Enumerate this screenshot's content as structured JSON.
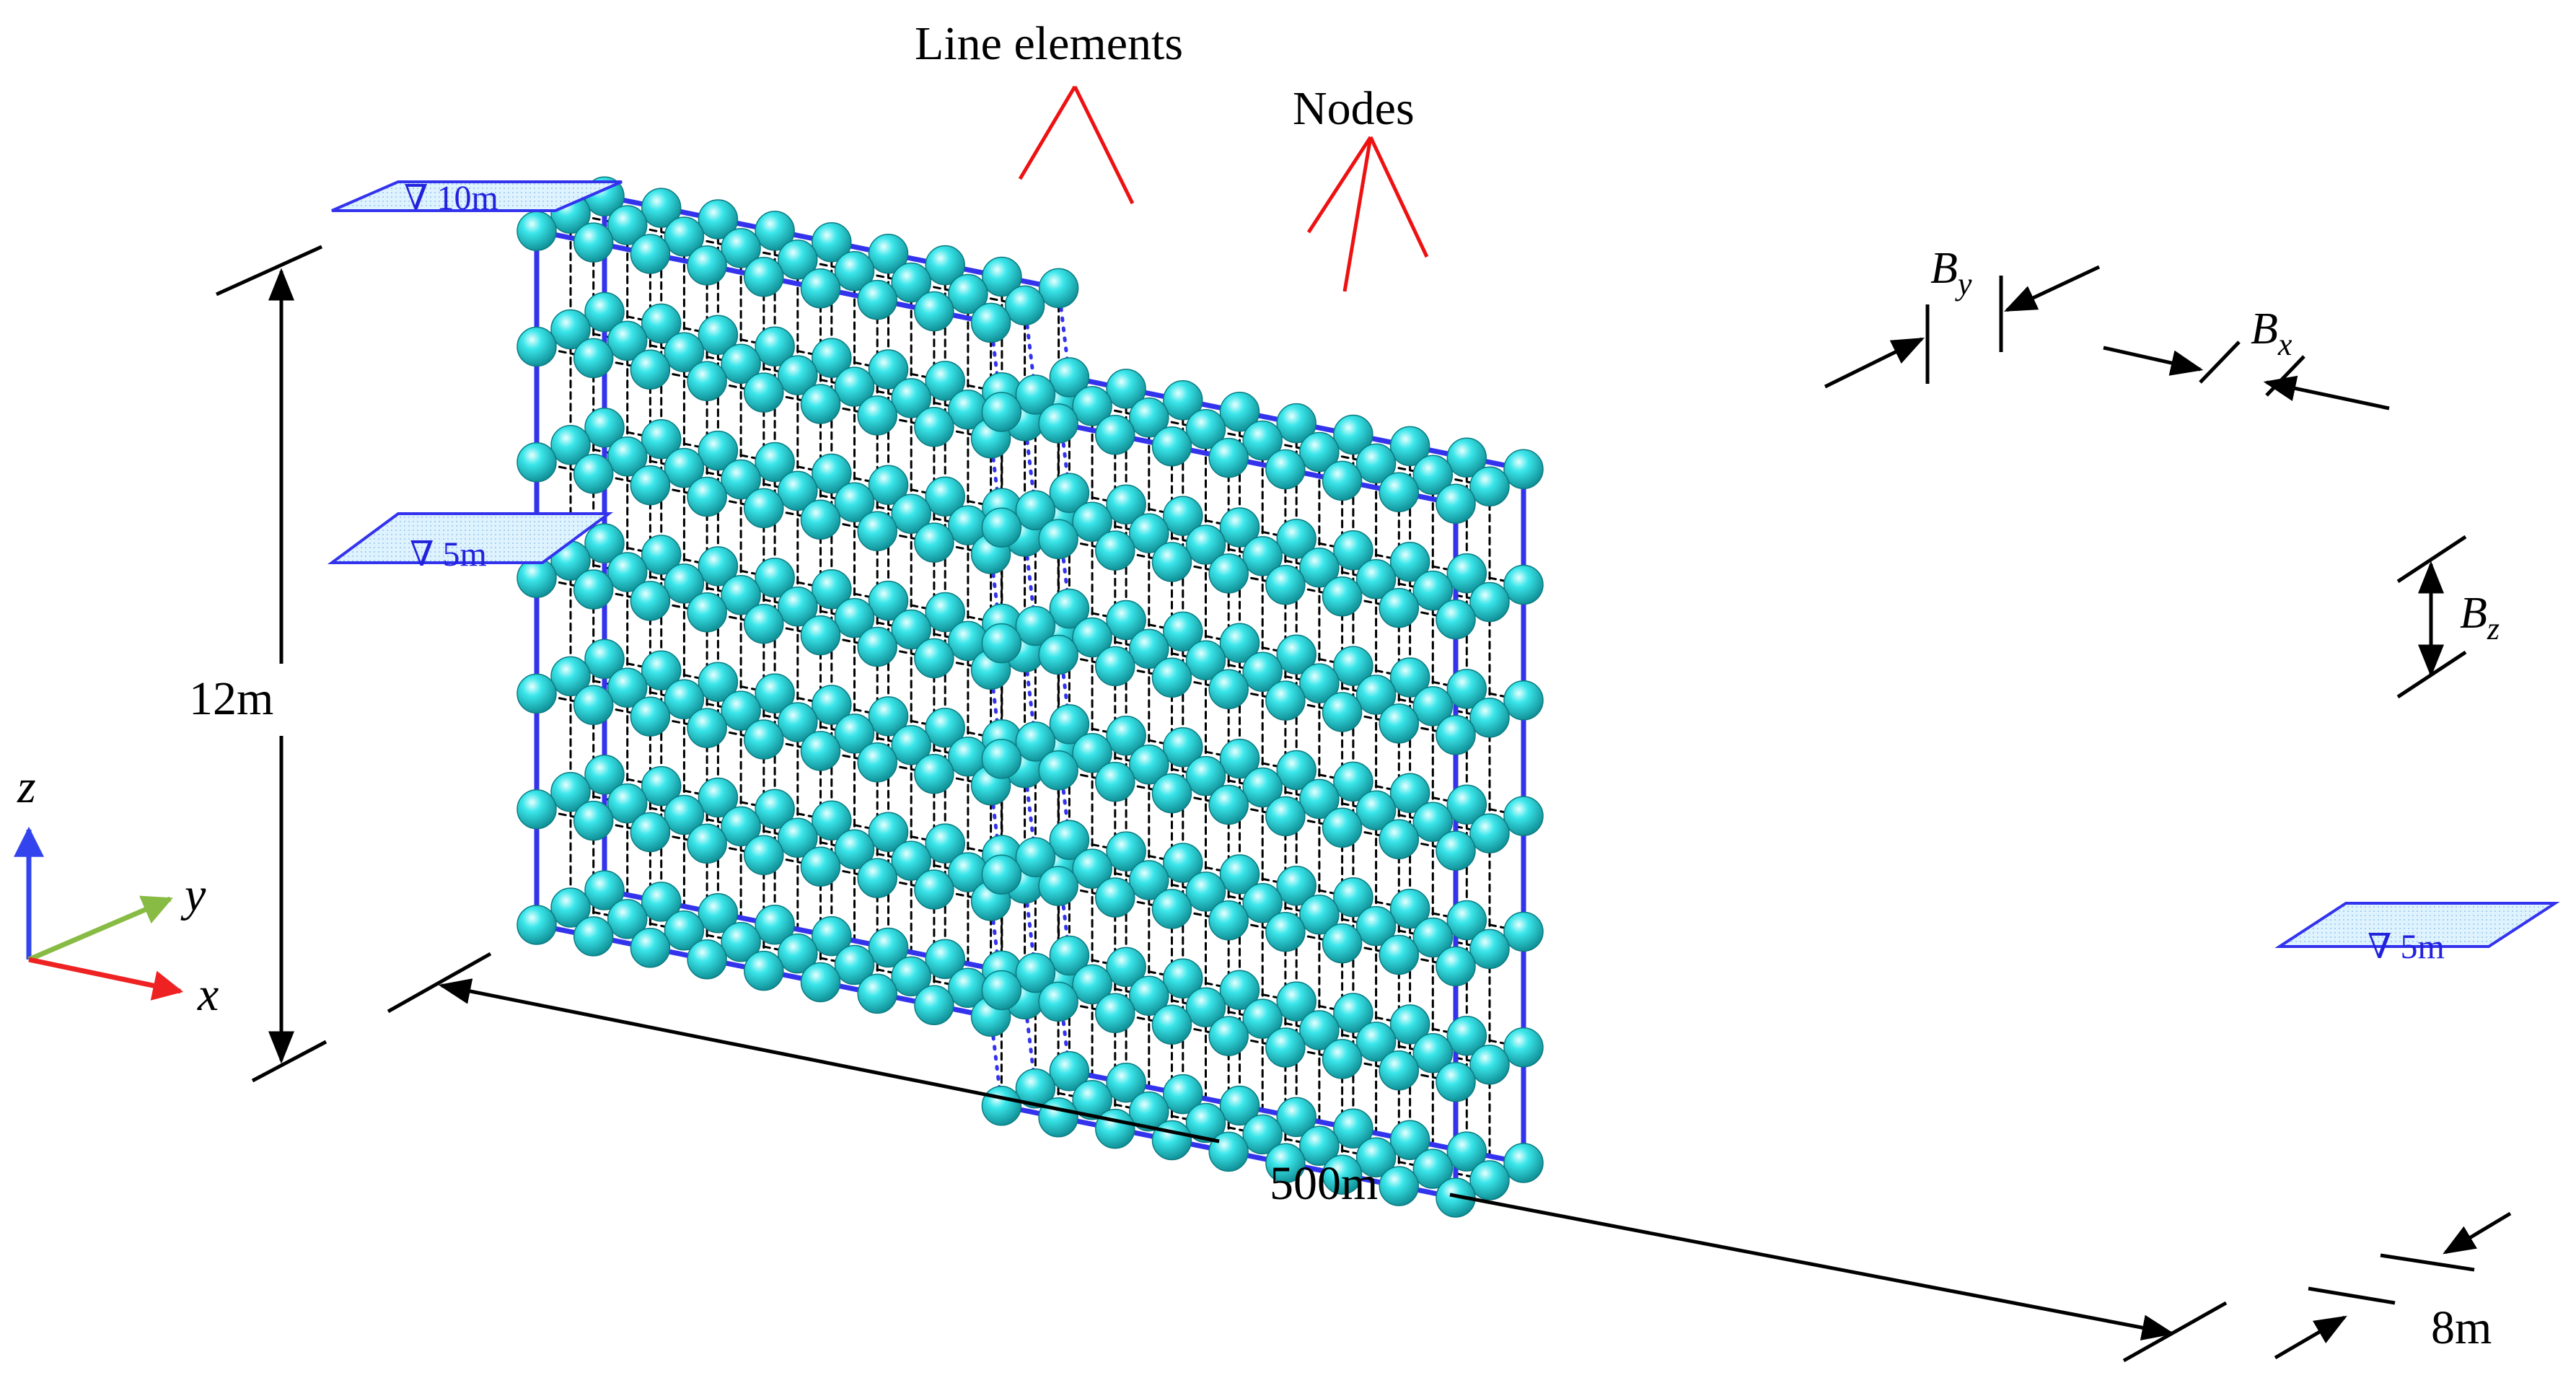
{
  "annotations": {
    "line_elements": "Line elements",
    "nodes": "Nodes"
  },
  "dimensions": {
    "height": "12m",
    "length": "500m",
    "width": "8m"
  },
  "spacing_labels": {
    "bx": {
      "base": "B",
      "sub": "x"
    },
    "by": {
      "base": "B",
      "sub": "y"
    },
    "bz": {
      "base": "B",
      "sub": "z"
    }
  },
  "water_levels": {
    "left_top": "∇ 10m",
    "left_mid": "∇ 5m",
    "right": "∇ 5m"
  },
  "axes": {
    "x": "x",
    "y": "y",
    "z": "z"
  },
  "colors": {
    "node_fill": "#22d8dd",
    "frame": "#3333ee",
    "grid": "#000000",
    "annotation": "#ee1111",
    "axis_x": "#ee2222",
    "axis_y": "#88bb44",
    "axis_z": "#3344ee"
  },
  "icons": [
    "sphere-node-icon",
    "water-level-triangle-icon",
    "dimension-arrow-icon"
  ]
}
